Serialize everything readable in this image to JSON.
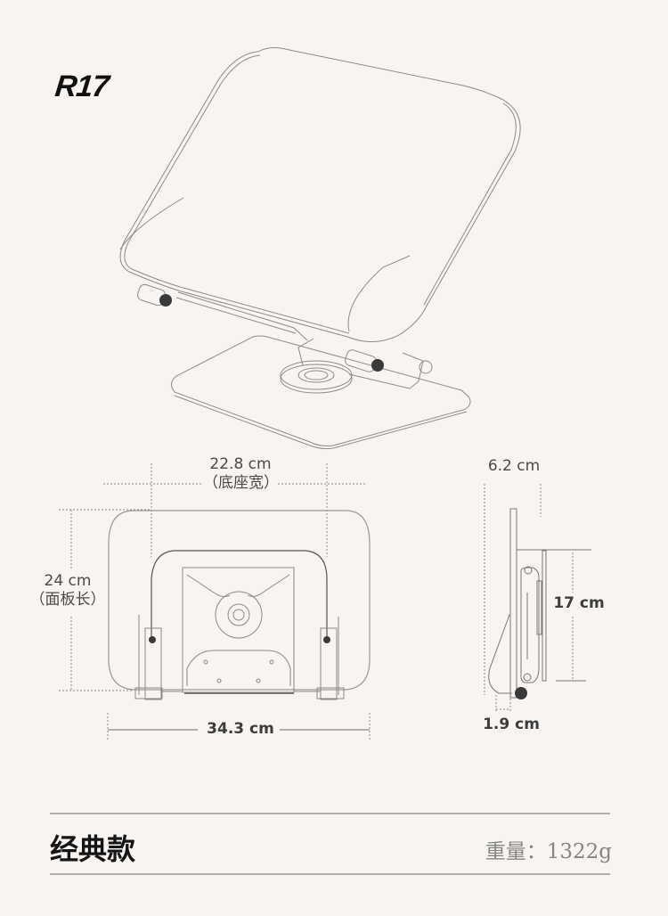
{
  "header": {
    "model": "R17"
  },
  "dimensions": {
    "base_width": {
      "value": "22.8 cm",
      "label": "（底座宽）"
    },
    "panel_length": {
      "value": "24 cm",
      "label": "（面板长）"
    },
    "panel_width": {
      "value": "34.3 cm"
    },
    "depth": {
      "value": "6.2 cm"
    },
    "height": {
      "value": "17 cm"
    },
    "thickness": {
      "value": "1.9 cm"
    }
  },
  "views": {
    "perspective": "perspective-view",
    "front": "front-view",
    "side": "side-view"
  },
  "footer": {
    "title": "经典款",
    "weight_label": "重量：",
    "weight_value": "1322g"
  },
  "colors": {
    "background": "#f7f4f1",
    "line": "#8a8a8a",
    "text": "#4a4a4a",
    "rule": "#b3aeab"
  }
}
